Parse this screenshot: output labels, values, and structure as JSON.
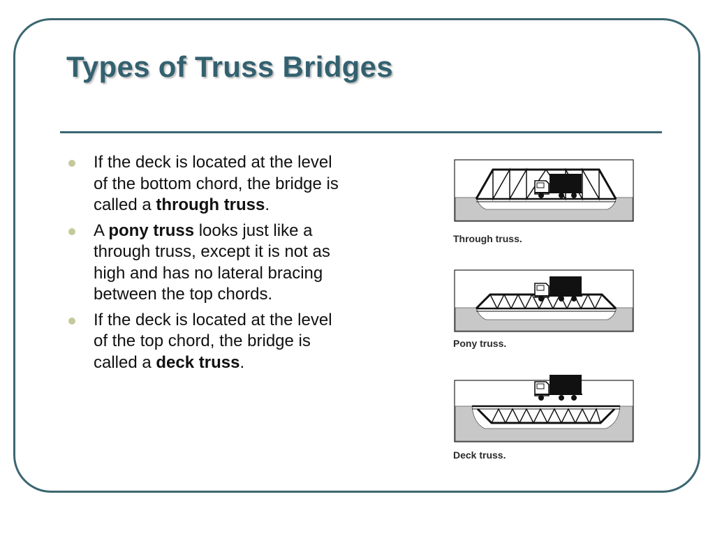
{
  "slide": {
    "title": "Types of Truss Bridges",
    "accent_color": "#336170"
  },
  "bullets": [
    {
      "before": "If the deck is located at the level of the bottom chord, the bridge is called a ",
      "bold": "through truss",
      "after": "."
    },
    {
      "before": "A ",
      "bold": "pony truss",
      "after": " looks just like a through truss, except it is not as high and has no lateral bracing between the top chords."
    },
    {
      "before": "If the deck is located at the level of the top chord, the bridge is called a ",
      "bold": "deck truss",
      "after": "."
    }
  ],
  "diagrams": [
    {
      "type": "through",
      "caption": "Through truss."
    },
    {
      "type": "pony",
      "caption": "Pony truss."
    },
    {
      "type": "deck",
      "caption": "Deck truss."
    }
  ]
}
